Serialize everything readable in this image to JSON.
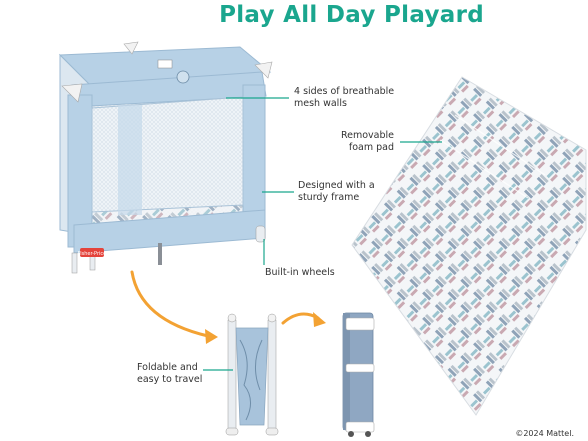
{
  "title": "Play All Day Playard",
  "labels": {
    "mesh": [
      "4 sides of breathable",
      "mesh walls"
    ],
    "pad": [
      "Removable",
      "foam pad"
    ],
    "frame": [
      "Designed with a",
      "sturdy frame"
    ],
    "wheels": "Built-in wheels",
    "foldable": [
      "Foldable and",
      "easy to travel"
    ]
  },
  "brand_badge": "Fisher-Price",
  "copyright": "©2024 Mattel.",
  "colors": {
    "title": "#1aa68e",
    "leader_line": "#1aa68e",
    "arrow": "#f3a233",
    "fabric": "#b7d1e6",
    "badge": "#e4443c"
  }
}
